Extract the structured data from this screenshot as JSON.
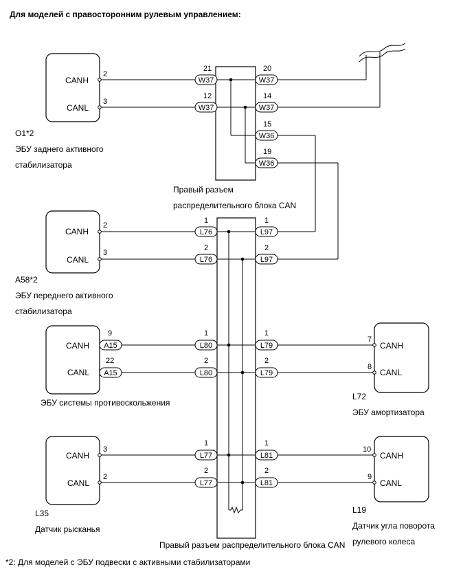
{
  "title": "Для моделей с правосторонним рулевым управлением:",
  "footnote": "*2: Для моделей с ЭБУ подвески с активными стабилизаторами",
  "ecus": {
    "o1": {
      "code": "O1*2",
      "name_line1": "ЭБУ заднего активного",
      "name_line2": "стабилизатора",
      "pin_h": "CANH",
      "pin_l": "CANL",
      "num_h": "2",
      "num_l": "3"
    },
    "a58": {
      "code": "A58*2",
      "name_line1": "ЭБУ переднего активного",
      "name_line2": "стабилизатора",
      "pin_h": "CANH",
      "pin_l": "CANL",
      "num_h": "2",
      "num_l": "3"
    },
    "pcs": {
      "name_line1": "ЭБУ системы противоскольжения",
      "pin_h": "CANH",
      "pin_l": "CANL",
      "num_h": "9",
      "num_l": "22",
      "conn": "A15"
    },
    "l35": {
      "code": "L35",
      "name_line1": "Датчик рысканья",
      "pin_h": "CANH",
      "pin_l": "CANL",
      "num_h": "3",
      "num_l": "2"
    },
    "l72": {
      "code": "L72",
      "name_line1": "ЭБУ амортизатора",
      "pin_h": "CANH",
      "pin_l": "CANL",
      "num_h": "7",
      "num_l": "8"
    },
    "l19": {
      "code": "L19",
      "name_line1": "Датчик угла поворота",
      "name_line2": "рулевого колеса",
      "pin_h": "CANH",
      "pin_l": "CANL",
      "num_h": "10",
      "num_l": "9"
    }
  },
  "junction_top": {
    "label_line1": "Правый разъем",
    "label_line2": "распределительного блока CAN",
    "left_conn": "W37",
    "left_h_num": "21",
    "left_l_num": "12",
    "right_conn_a": "W37",
    "right_a_h_num": "20",
    "right_a_l_num": "14",
    "right_conn_b": "W36",
    "right_b_h_num": "15",
    "right_b_l_num": "19"
  },
  "junction_bottom": {
    "label": "Правый разъем распределительного блока CAN",
    "rows": [
      {
        "left_conn": "L76",
        "right_conn": "L97",
        "h_num": "1",
        "l_num": "2"
      },
      {
        "left_conn": "L80",
        "right_conn": "L79",
        "h_num": "1",
        "l_num": "2"
      },
      {
        "left_conn": "L77",
        "right_conn": "L81",
        "h_num": "1",
        "l_num": "2"
      }
    ]
  }
}
